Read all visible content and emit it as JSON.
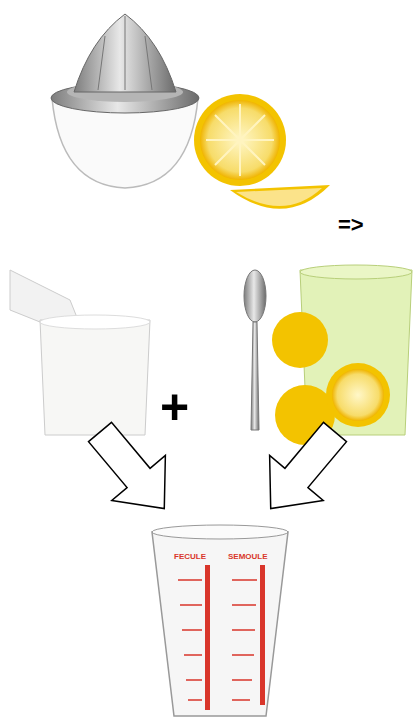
{
  "diagram": {
    "labels": [
      "=>",
      "+",
      "FECULE",
      "SEMOULE"
    ]
  }
}
